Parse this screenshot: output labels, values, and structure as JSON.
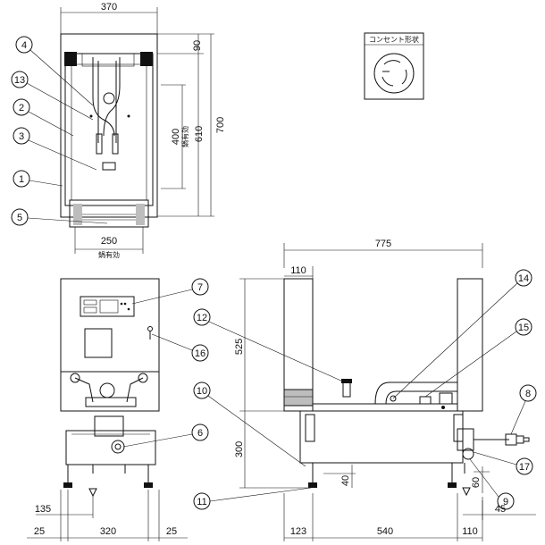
{
  "dims": {
    "top_width": "370",
    "top_90": "90",
    "top_400": "400",
    "top_400_note": "鍋有効",
    "top_610": "610",
    "top_700": "700",
    "top_250": "250",
    "top_250_note": "鍋有効",
    "side_775": "775",
    "side_110_top": "110",
    "side_525": "525",
    "side_300": "300",
    "side_40": "40",
    "side_60": "60",
    "side_45": "45",
    "side_123": "123",
    "side_540": "540",
    "side_110_bottom": "110",
    "front_135": "135",
    "front_25_left": "25",
    "front_320": "320",
    "front_25_right": "25"
  },
  "outlet_label": "コンセント形状",
  "callouts": [
    "4",
    "13",
    "2",
    "3",
    "1",
    "5",
    "7",
    "16",
    "6",
    "12",
    "10",
    "11",
    "14",
    "15",
    "8",
    "17",
    "9"
  ]
}
